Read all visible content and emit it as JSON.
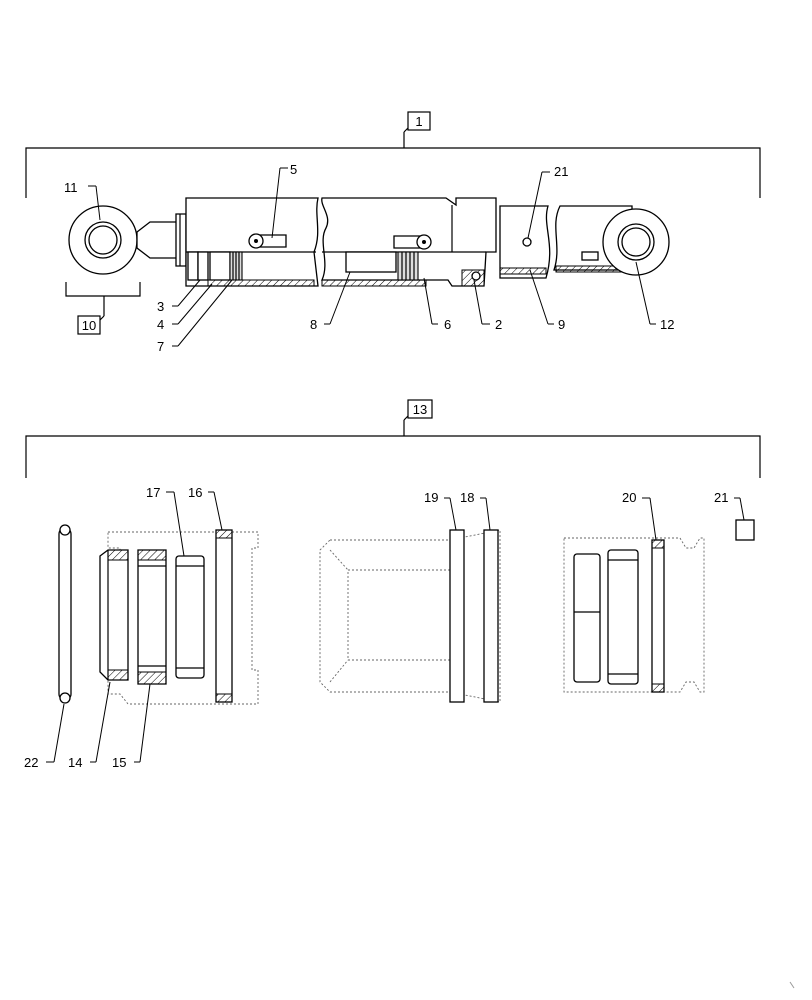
{
  "assemblies": [
    {
      "id": "cylinder",
      "label": "1"
    },
    {
      "id": "seal-kit",
      "label": "13"
    }
  ],
  "callouts": {
    "c2": "2",
    "c3": "3",
    "c4": "4",
    "c5": "5",
    "c6": "6",
    "c7": "7",
    "c8": "8",
    "c9": "9",
    "c10": "10",
    "c11": "11",
    "c12": "12",
    "c14": "14",
    "c15": "15",
    "c16": "16",
    "c17": "17",
    "c18": "18",
    "c19": "19",
    "c20": "20",
    "c21a": "21",
    "c21b": "21",
    "c22": "22"
  }
}
